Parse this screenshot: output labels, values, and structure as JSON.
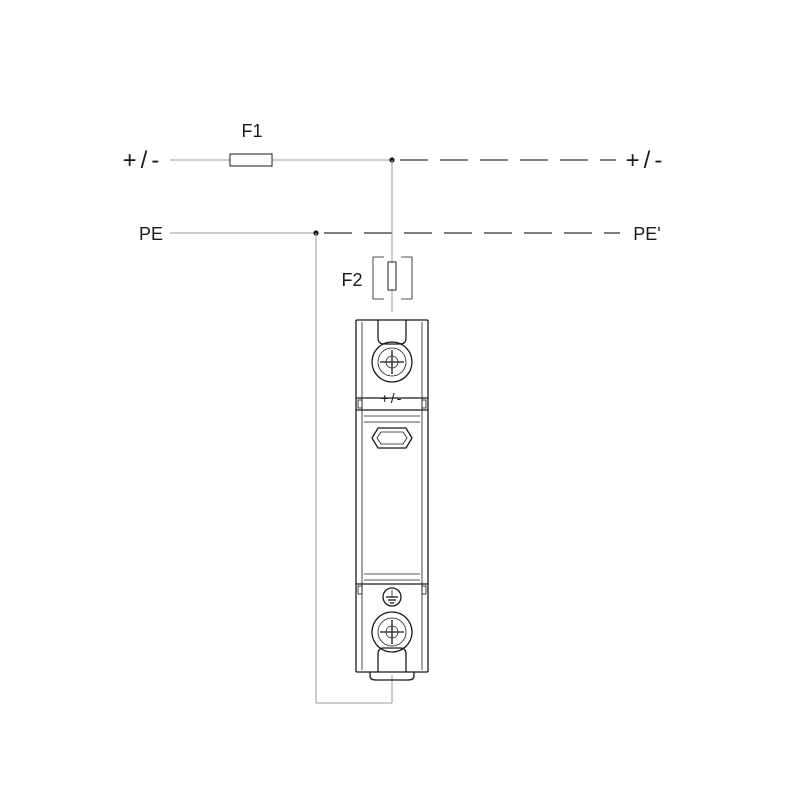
{
  "labels": {
    "f1": "F1",
    "f2": "F2",
    "line_left": "+/-",
    "line_right": "+/-",
    "pe_left": "PE",
    "pe_right": "PE'",
    "device_top_terminal": "+/-"
  },
  "icons": {
    "fuse": "fuse-symbol",
    "screw": "screw-terminal-icon",
    "earth": "protective-earth-icon"
  },
  "colors": {
    "wire": "#9a9a9a",
    "ink": "#1a1a1a"
  }
}
